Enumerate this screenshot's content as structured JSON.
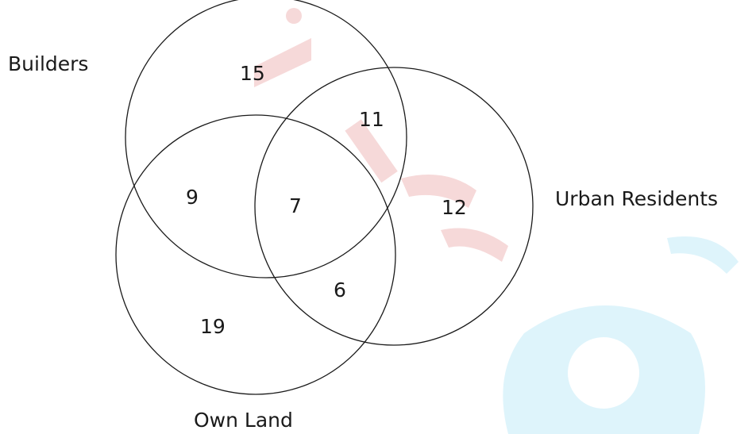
{
  "sets": {
    "builders": {
      "label": "Builders"
    },
    "urban_residents": {
      "label": "Urban Residents"
    },
    "own_land": {
      "label": "Own Land"
    }
  },
  "regions": {
    "builders_only": "15",
    "builders_urban": "11",
    "builders_land": "9",
    "all_three": "7",
    "urban_only": "12",
    "urban_land": "6",
    "land_only": "19"
  },
  "colors": {
    "stroke": "#1a1a1a",
    "watermark_red": "#f6d9d9",
    "watermark_blue": "#def4fb"
  }
}
